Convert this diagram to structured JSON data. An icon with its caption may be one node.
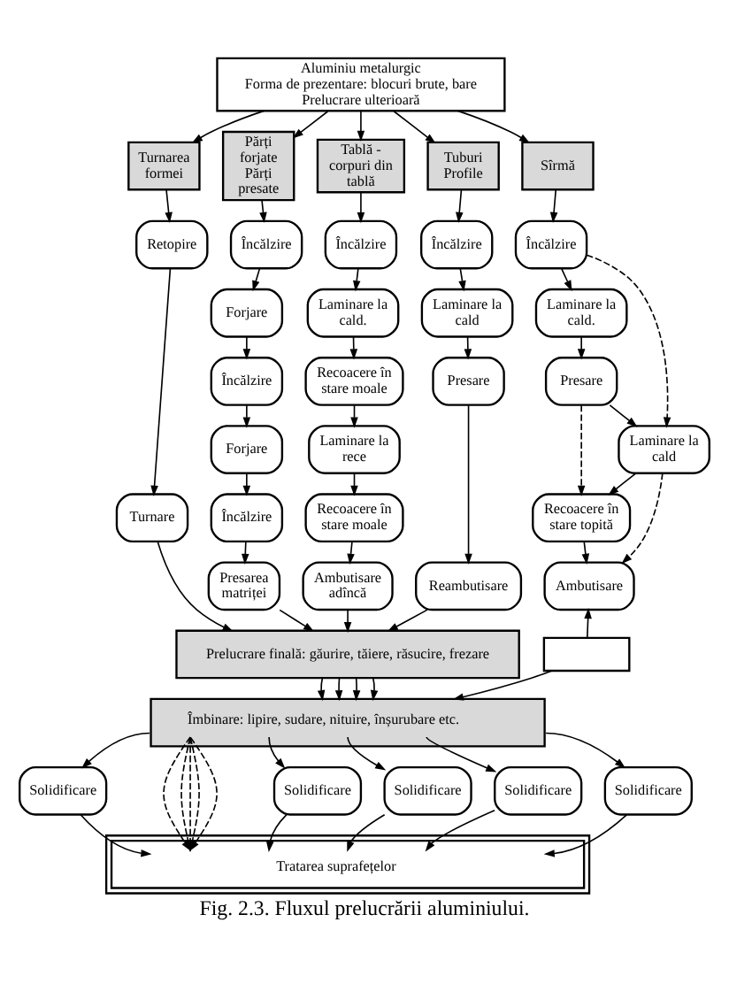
{
  "diagram": {
    "caption": "Fig. 2.3. Fluxul prelucrării aluminiului.",
    "nodes": [
      {
        "text": [
          "Aluminiu metalurgic",
          "Forma de prezentare: blocuri brute, bare",
          "Prelucrare ulterioară"
        ]
      },
      {
        "text": [
          "Turnarea formei"
        ]
      },
      {
        "text": [
          "Părți forjate Părți presate"
        ]
      },
      {
        "text": [
          "Tablă - corpuri din tablă"
        ]
      },
      {
        "text": [
          "Tuburi Profile"
        ]
      },
      {
        "text": [
          "Sîrmă"
        ]
      },
      {
        "text": [
          "Retopire"
        ]
      },
      {
        "text": [
          "Turnare"
        ]
      },
      {
        "text": [
          "Încălzire"
        ]
      },
      {
        "text": [
          "Forjare"
        ]
      },
      {
        "text": [
          "Încălzire"
        ]
      },
      {
        "text": [
          "Forjare"
        ]
      },
      {
        "text": [
          "Încălzire"
        ]
      },
      {
        "text": [
          "Presarea matriței"
        ]
      },
      {
        "text": [
          "Încălzire"
        ]
      },
      {
        "text": [
          "Laminare la cald."
        ]
      },
      {
        "text": [
          "Recoacere în stare moale"
        ]
      },
      {
        "text": [
          "Laminare la rece"
        ]
      },
      {
        "text": [
          "Recoacere în stare moale"
        ]
      },
      {
        "text": [
          "Ambutisare adîncă"
        ]
      },
      {
        "text": [
          "Încălzire"
        ]
      },
      {
        "text": [
          "Laminare la cald"
        ]
      },
      {
        "text": [
          "Presare"
        ]
      },
      {
        "text": [
          "Reambutisare"
        ]
      },
      {
        "text": [
          "Încălzire"
        ]
      },
      {
        "text": [
          "Laminare la cald."
        ]
      },
      {
        "text": [
          "Presare"
        ]
      },
      {
        "text": [
          "Laminare la cald"
        ]
      },
      {
        "text": [
          "Recoacere în stare topită"
        ]
      },
      {
        "text": [
          "Ambutisare"
        ]
      },
      {
        "text": [],
        "shape": "box"
      },
      {
        "text": [
          "Prelucrare finală: găurire, tăiere, răsucire, frezare"
        ]
      },
      {
        "text": [
          "Îmbinare: lipire, sudare, nituire, înșurubare etc."
        ]
      },
      {
        "text": [
          "Solidificare"
        ]
      },
      {
        "text": [
          "Solidificare"
        ]
      },
      {
        "text": [
          "Solidificare"
        ]
      },
      {
        "text": [
          "Solidificare"
        ]
      },
      {
        "text": [
          "Solidificare"
        ]
      },
      {
        "text": [
          "Tratarea suprafețelor"
        ]
      }
    ],
    "edges": [
      {
        "from": 0,
        "to": 1,
        "arrow": "to"
      },
      {
        "from": 0,
        "to": 2,
        "arrow": "to"
      },
      {
        "from": 0,
        "to": 3,
        "arrow": "to"
      },
      {
        "from": 0,
        "to": 4,
        "arrow": "to"
      },
      {
        "from": 0,
        "to": 5,
        "arrow": "to"
      },
      {
        "from": 1,
        "to": 6,
        "arrow": "to"
      },
      {
        "from": 6,
        "to": 7,
        "arrow": "to"
      },
      {
        "from": 2,
        "to": 8,
        "arrow": "to"
      },
      {
        "from": 8,
        "to": 9,
        "arrow": "to"
      },
      {
        "from": 9,
        "to": 10,
        "arrow": "to"
      },
      {
        "from": 10,
        "to": 11,
        "arrow": "to"
      },
      {
        "from": 11,
        "to": 12,
        "arrow": "to"
      },
      {
        "from": 12,
        "to": 13,
        "arrow": "to"
      },
      {
        "from": 3,
        "to": 14,
        "arrow": "to"
      },
      {
        "from": 14,
        "to": 15,
        "arrow": "to"
      },
      {
        "from": 15,
        "to": 16,
        "arrow": "to"
      },
      {
        "from": 16,
        "to": 17,
        "arrow": "to"
      },
      {
        "from": 17,
        "to": 18,
        "arrow": "to"
      },
      {
        "from": 18,
        "to": 19,
        "arrow": "to"
      },
      {
        "from": 4,
        "to": 20,
        "arrow": "to"
      },
      {
        "from": 20,
        "to": 21,
        "arrow": "to"
      },
      {
        "from": 21,
        "to": 22,
        "arrow": "to"
      },
      {
        "from": 22,
        "to": 23,
        "arrow": "to"
      },
      {
        "from": 5,
        "to": 24,
        "arrow": "to"
      },
      {
        "from": 24,
        "to": 25,
        "arrow": "to"
      },
      {
        "from": 25,
        "to": 26,
        "arrow": "to"
      },
      {
        "from": 26,
        "to": 27,
        "arrow": "to"
      },
      {
        "from": 27,
        "to": 28,
        "arrow": "to"
      },
      {
        "from": 28,
        "to": 29,
        "arrow": "to"
      },
      {
        "from": 24,
        "to": 27,
        "arrow": "to",
        "style": "dashed"
      },
      {
        "from": 26,
        "to": 28,
        "arrow": "to",
        "style": "dashed"
      },
      {
        "from": 27,
        "to": 29,
        "arrow": "to",
        "style": "dashed"
      },
      {
        "from": 30,
        "to": 29,
        "arrow": "to"
      },
      {
        "from": 7,
        "to": 31,
        "arrow": "to"
      },
      {
        "from": 13,
        "to": 31,
        "arrow": "to"
      },
      {
        "from": 19,
        "to": 31,
        "arrow": "to"
      },
      {
        "from": 23,
        "to": 31,
        "arrow": "to"
      },
      {
        "from": 31,
        "to": 32,
        "arrow": "to"
      },
      {
        "from": 31,
        "to": 32,
        "arrow": "to"
      },
      {
        "from": 31,
        "to": 32,
        "arrow": "to"
      },
      {
        "from": 31,
        "to": 32,
        "arrow": "to"
      },
      {
        "from": 30,
        "to": 32,
        "arrow": "to"
      },
      {
        "from": 32,
        "to": 33,
        "arrow": "to"
      },
      {
        "from": 32,
        "to": 34,
        "arrow": "to"
      },
      {
        "from": 32,
        "to": 35,
        "arrow": "to"
      },
      {
        "from": 32,
        "to": 36,
        "arrow": "to"
      },
      {
        "from": 32,
        "to": 37,
        "arrow": "to"
      },
      {
        "from": 32,
        "to": 38,
        "arrow": "to",
        "style": "dashed"
      },
      {
        "from": 32,
        "to": 38,
        "arrow": "to",
        "style": "dashed"
      },
      {
        "from": 32,
        "to": 38,
        "arrow": "to",
        "style": "dashed"
      },
      {
        "from": 32,
        "to": 38,
        "arrow": "to",
        "style": "dashed"
      },
      {
        "from": 32,
        "to": 38,
        "arrow": "to",
        "style": "dashed"
      },
      {
        "from": 33,
        "to": 38,
        "arrow": "to"
      },
      {
        "from": 34,
        "to": 38,
        "arrow": "to"
      },
      {
        "from": 35,
        "to": 38,
        "arrow": "to"
      },
      {
        "from": 36,
        "to": 38,
        "arrow": "to"
      },
      {
        "from": 37,
        "to": 38,
        "arrow": "to"
      }
    ]
  }
}
